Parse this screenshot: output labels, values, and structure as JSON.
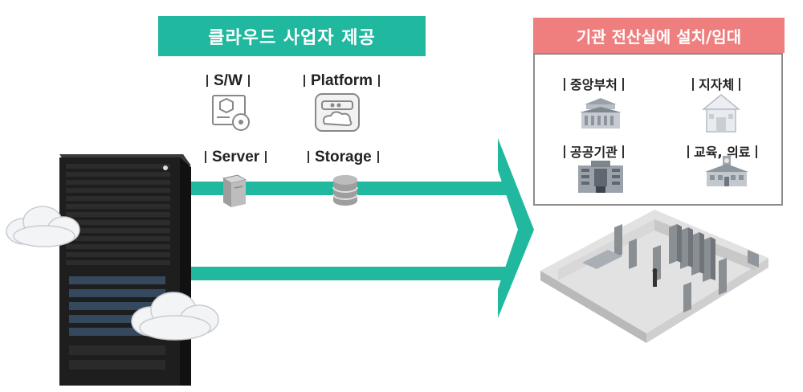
{
  "provider_banner": "클라우드 사업자 제공",
  "onpremise_banner": "기관 전산실에 설치/임대",
  "cloud_services": [
    {
      "label": "S/W",
      "icon": "software-disc-icon"
    },
    {
      "label": "Platform",
      "icon": "platform-cloud-icon"
    },
    {
      "label": "Server",
      "icon": "server-box-icon"
    },
    {
      "label": "Storage",
      "icon": "storage-database-icon"
    }
  ],
  "institutions": [
    {
      "label": "중앙부처",
      "icon": "government-building-icon"
    },
    {
      "label": "지자체",
      "icon": "city-hall-icon"
    },
    {
      "label": "공공기관",
      "icon": "office-building-icon"
    },
    {
      "label": "교육, 의료",
      "icon": "school-hospital-icon"
    }
  ],
  "colors": {
    "teal": "#20b89e",
    "coral": "#ef7f7f",
    "rack": "#1e1e1e",
    "border": "#8c8c8c"
  }
}
